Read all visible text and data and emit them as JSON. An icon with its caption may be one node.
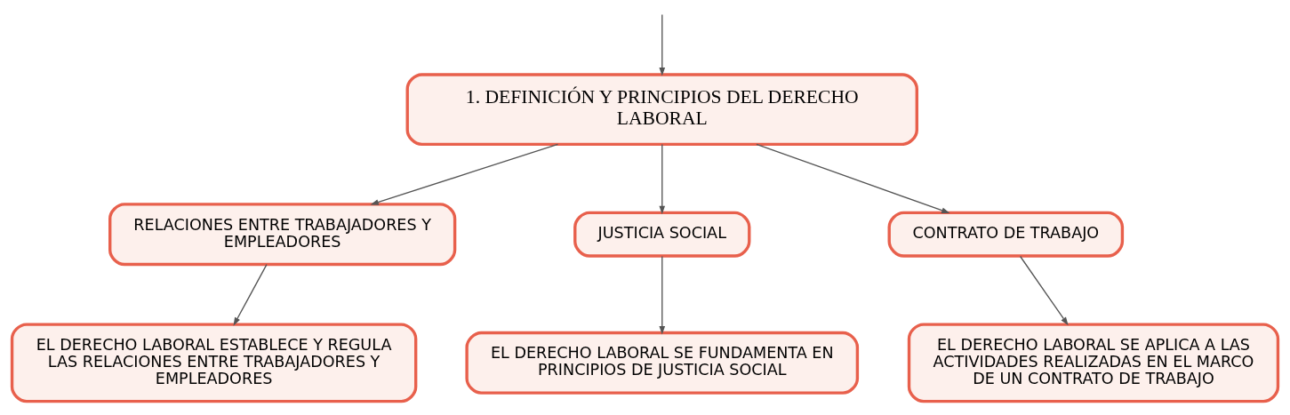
{
  "diagram": {
    "nodes": [
      {
        "text": [
          "1. DEFINICIÓN Y PRINCIPIOS DEL DERECHO LABORAL"
        ]
      },
      {
        "text": [
          "RELACIONES ENTRE TRABAJADORES Y EMPLEADORES"
        ]
      },
      {
        "text": [
          "JUSTICIA SOCIAL"
        ]
      },
      {
        "text": [
          "CONTRATO DE TRABAJO"
        ]
      },
      {
        "text": [
          "EL DERECHO LABORAL ESTABLECE Y REGULA LAS RELACIONES ENTRE TRABAJADORES Y EMPLEADORES"
        ]
      },
      {
        "text": [
          "EL DERECHO LABORAL SE FUNDAMENTA EN PRINCIPIOS DE JUSTICIA SOCIAL"
        ]
      },
      {
        "text": [
          "EL DERECHO LABORAL SE APLICA A LAS ACTIVIDADES REALIZADAS EN EL MARCO DE UN CONTRATO DE TRABAJO"
        ]
      }
    ],
    "edges": [
      {
        "from": null,
        "to": 0,
        "arrow": "to"
      },
      {
        "from": 0,
        "to": 1,
        "arrow": "to"
      },
      {
        "from": 0,
        "to": 2,
        "arrow": "to"
      },
      {
        "from": 0,
        "to": 3,
        "arrow": "to"
      },
      {
        "from": 1,
        "to": 4,
        "arrow": "to"
      },
      {
        "from": 2,
        "to": 5,
        "arrow": "to"
      },
      {
        "from": 3,
        "to": 6,
        "arrow": "to"
      }
    ]
  }
}
